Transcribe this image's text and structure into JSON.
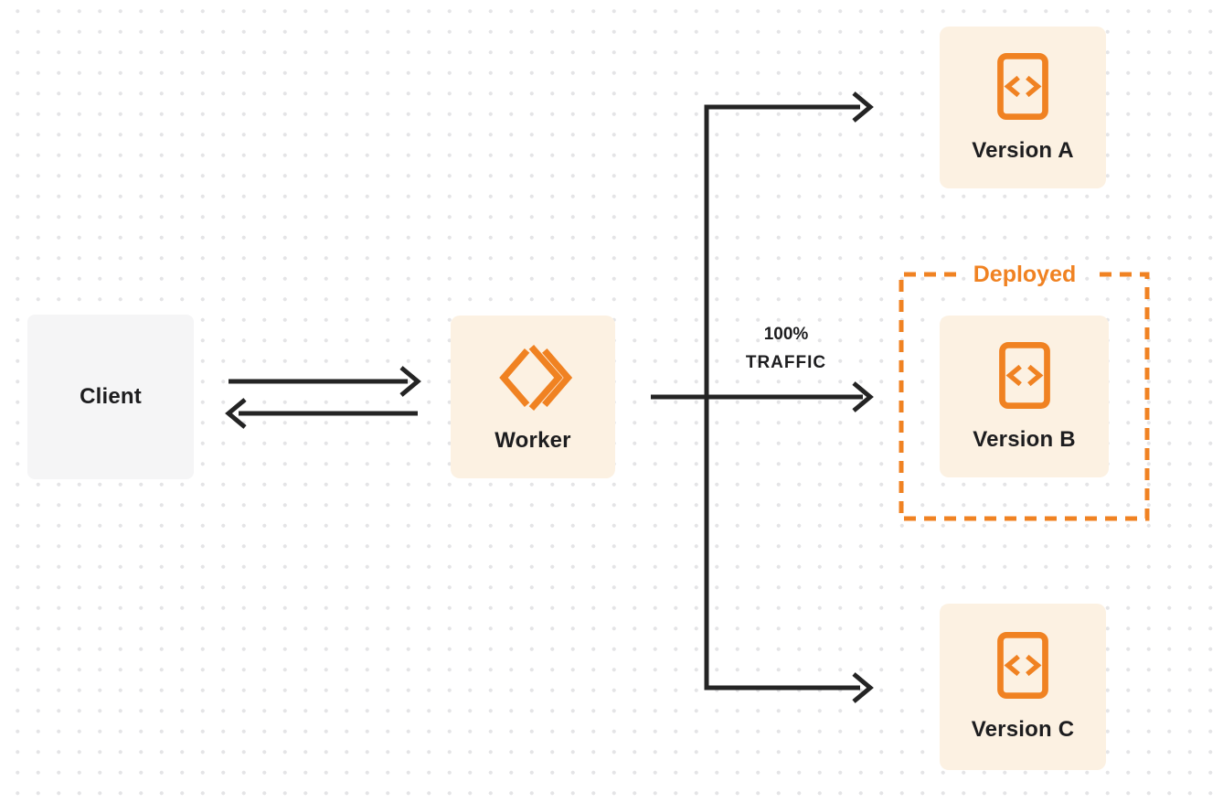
{
  "title": "Worker version traffic routing diagram",
  "colors": {
    "background": "#ffffff",
    "dot": "#e4e4e6",
    "line": "#242424",
    "orange": "#f08222",
    "node_cream": "#fcf1e2",
    "node_gray": "#f5f5f6",
    "text_dark": "#1d1d1f"
  },
  "nodes": {
    "client": {
      "label": "Client"
    },
    "worker": {
      "label": "Worker",
      "icon": "workers-logo-icon"
    },
    "version_a": {
      "label": "Version A",
      "icon": "code-file-icon"
    },
    "version_b": {
      "label": "Version B",
      "icon": "code-file-icon",
      "status": "Deployed"
    },
    "version_c": {
      "label": "Version C",
      "icon": "code-file-icon"
    }
  },
  "deployed": {
    "label": "Deployed"
  },
  "traffic": {
    "line1": "100%",
    "line2": "TRAFFIC"
  },
  "edges": [
    {
      "from": "client",
      "to": "worker",
      "style": "arrow-right"
    },
    {
      "from": "worker",
      "to": "client",
      "style": "arrow-left"
    },
    {
      "from": "worker",
      "to": "version_a",
      "style": "arrow-right"
    },
    {
      "from": "worker",
      "to": "version_b",
      "style": "arrow-right",
      "label": "100% TRAFFIC"
    },
    {
      "from": "worker",
      "to": "version_c",
      "style": "arrow-right"
    }
  ]
}
